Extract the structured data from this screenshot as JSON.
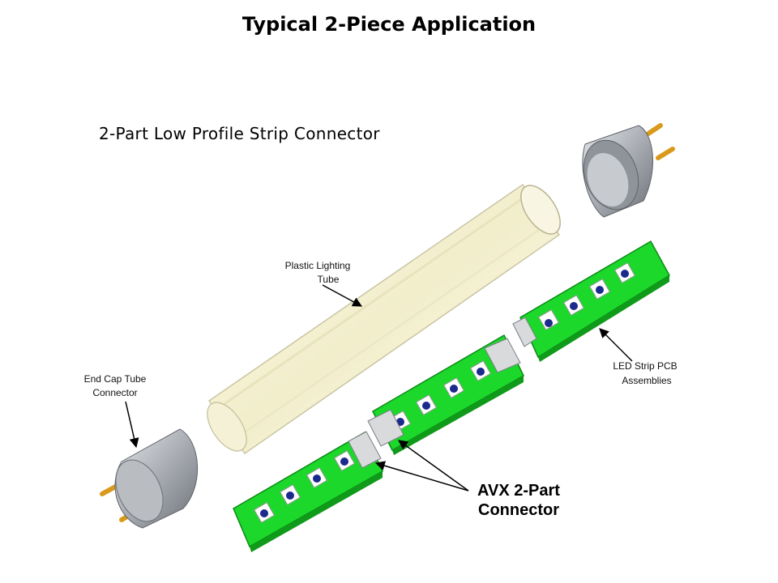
{
  "slide": {
    "title": "Typical 2-Piece Application",
    "subtitle": "2-Part Low Profile Strip Connector"
  },
  "labels": {
    "plastic_tube": [
      "Plastic Lighting",
      "Tube"
    ],
    "end_cap": [
      "End Cap Tube",
      "Connector"
    ],
    "led_strip": [
      "LED Strip PCB",
      "Assemblies"
    ],
    "avx_connector": [
      "AVX 2-Part",
      "Connector"
    ]
  },
  "colors": {
    "pcb_green": "#1bd82a",
    "led_blue": "#1b2a8c",
    "end_cap_gray": "#a9adb3",
    "pin_gold": "#d99a1c",
    "tube_fill": "#f6f3d8"
  }
}
